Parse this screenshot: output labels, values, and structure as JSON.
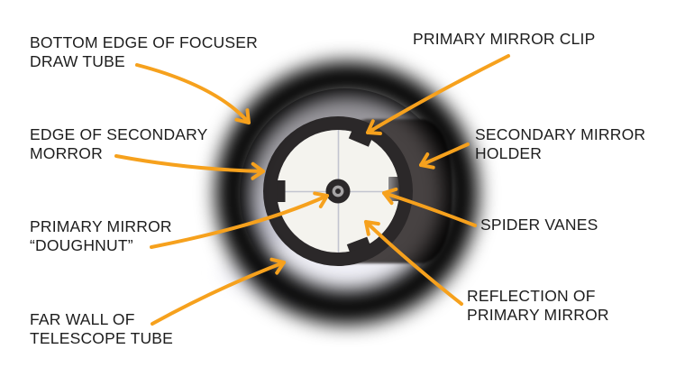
{
  "figure": {
    "subject": "view-down-telescope-focuser-collimation",
    "labels": {
      "focuser_draw_tube": {
        "text": "BOTTOM EDGE OF FOCUSER\nDRAW TUBE"
      },
      "secondary_mirror_edge": {
        "text": "EDGE OF SECONDARY\nMORROR"
      },
      "primary_doughnut": {
        "text": "PRIMARY MIRROR\n“DOUGHNUT”"
      },
      "far_wall": {
        "text": "FAR WALL OF\nTELESCOPE TUBE"
      },
      "primary_clip": {
        "text": "PRIMARY MIRROR CLIP"
      },
      "secondary_holder": {
        "text": "SECONDARY MIRROR\nHOLDER"
      },
      "spider_vanes": {
        "text": "SPIDER VANES"
      },
      "primary_reflection": {
        "text": "REFLECTION OF\nPRIMARY MIRROR"
      }
    },
    "colors": {
      "arrow": "#F6A11D",
      "label_text": "#1D1D1D",
      "mirror_reflection": "#F4F3EE",
      "secondary_edge_ring": "#2B2829",
      "secondary_holder": "#464243",
      "doughnut_ring": "#A6A4A5",
      "spider_vane": "#C2C4CF",
      "tube_wall_top": "#8F8D92",
      "tube_wall_bottom": "#EFEFF6",
      "vignette": "#000000"
    }
  }
}
